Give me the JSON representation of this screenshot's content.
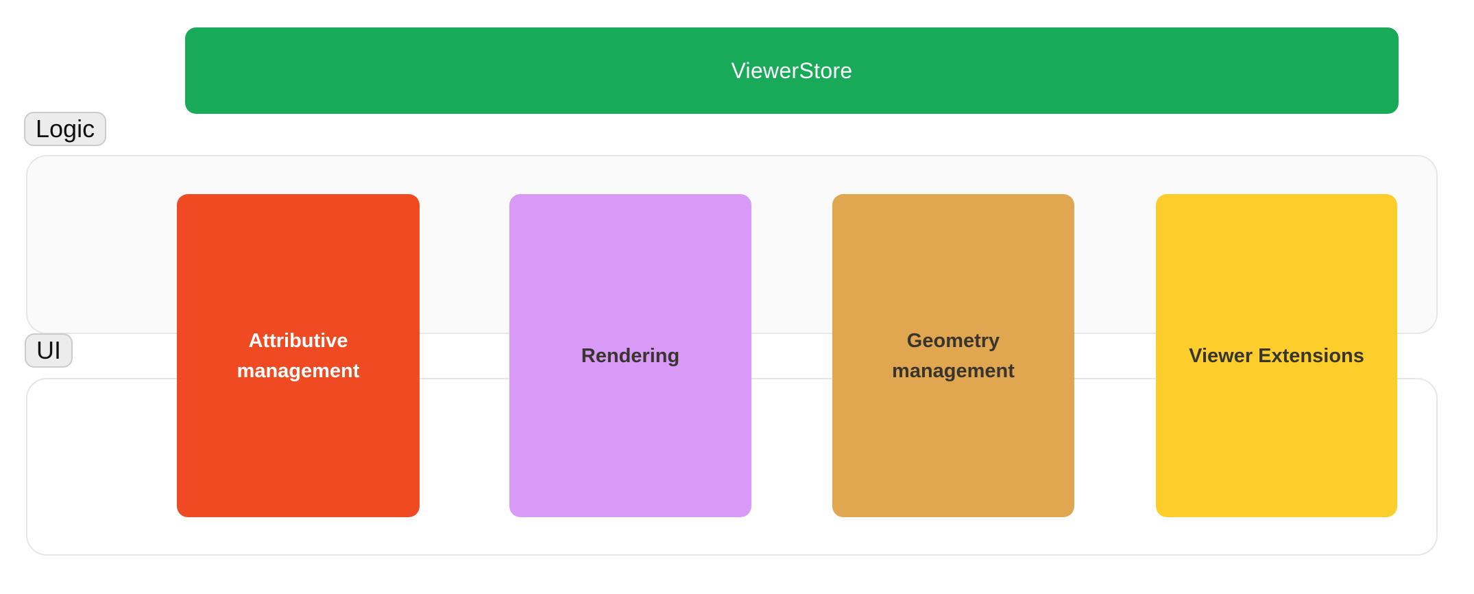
{
  "page": {
    "background_color": "#ffffff"
  },
  "diagram": {
    "title_bar": {
      "label": "ViewerStore",
      "color": "#18aa58",
      "text_color": "#ffffff"
    },
    "sections": {
      "logic": {
        "badge": "Logic",
        "fill": "#fafafa",
        "border_color": "#e7e7e7"
      },
      "ui": {
        "badge": "UI",
        "fill": "#ffffff",
        "border_color": "#e7e7e7"
      }
    },
    "badge_style": {
      "fill": "#ececec",
      "border_color": "#cbcbcb",
      "text_color": "#101010"
    },
    "modules": [
      {
        "label": "Attributive management",
        "lines": [
          "Attributive",
          "management"
        ],
        "color": "#ef4a21",
        "text_color": "#ffffff"
      },
      {
        "label": "Rendering",
        "lines": [
          "Rendering"
        ],
        "color": "#d89af6",
        "text_color": "#38352f"
      },
      {
        "label": "Geometry management",
        "lines": [
          "Geometry",
          "management"
        ],
        "color": "#e0a650",
        "text_color": "#38352f"
      },
      {
        "label": "Viewer Extensions",
        "lines": [
          "Viewer Extensions"
        ],
        "color": "#fdce2b",
        "text_color": "#38352f"
      }
    ]
  }
}
